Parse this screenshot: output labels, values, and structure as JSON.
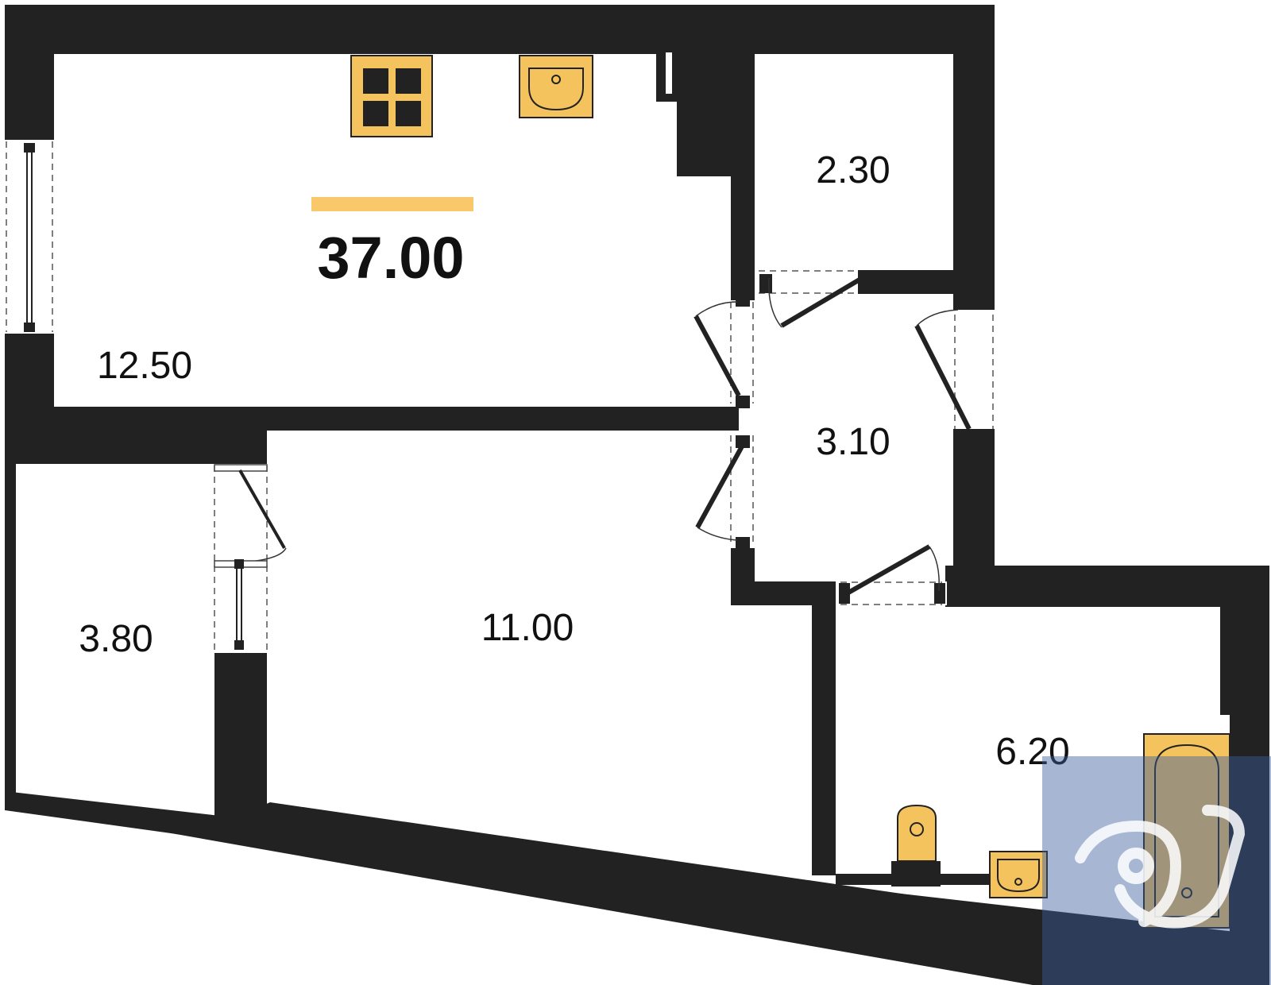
{
  "plan": {
    "total_area": "37.00",
    "rooms": [
      {
        "id": "living-kitchen",
        "area": "12.50"
      },
      {
        "id": "storage",
        "area": "2.30"
      },
      {
        "id": "hallway",
        "area": "3.10"
      },
      {
        "id": "balcony",
        "area": "3.80"
      },
      {
        "id": "bedroom",
        "area": "11.00"
      },
      {
        "id": "bathroom",
        "area": "6.20"
      }
    ],
    "fixtures": [
      "stove-icon",
      "kitchen-sink-icon",
      "bathtub-icon",
      "toilet-icon",
      "bathroom-sink-icon"
    ],
    "watermark": "logo-watermark"
  },
  "colors": {
    "wall": "#222222",
    "fixture_fill": "#f5c35e",
    "accent_bar": "#f9c86a",
    "watermark_bg": "#3a5e9e"
  }
}
